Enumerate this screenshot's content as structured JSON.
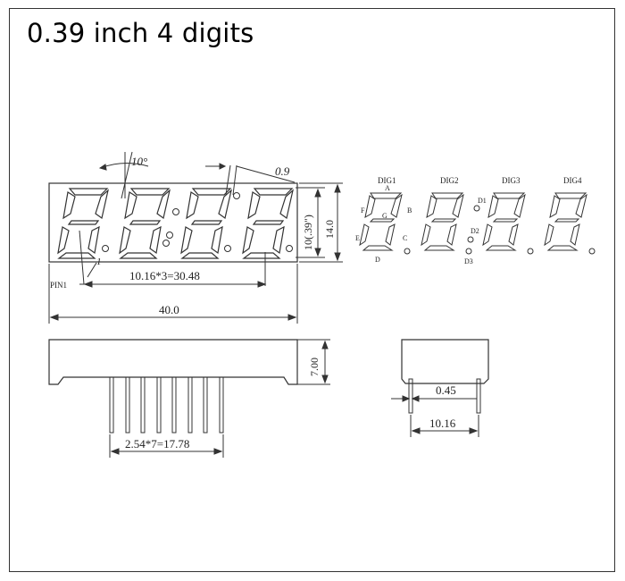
{
  "title": "0.39 inch 4 digits",
  "labels": {
    "tilt_angle": "10°",
    "segment_width": "0.9",
    "digit_height": "10(.39\")",
    "total_height": "14.0",
    "digit_pitch": "10.16*3=30.48",
    "pin1": "PIN1",
    "total_length": "40.0",
    "body_depth": "7.00",
    "pin_pitch": "2.54*7=17.78",
    "pin_width": "0.45",
    "row_spacing": "10.16"
  },
  "digit_labels": [
    "DIG1",
    "DIG2",
    "DIG3",
    "DIG4"
  ],
  "segment_labels": [
    "A",
    "B",
    "C",
    "D",
    "E",
    "F",
    "G"
  ],
  "dot_labels": [
    "D1",
    "D2",
    "D3"
  ],
  "colors": {
    "line": "#333333",
    "text": "#222222"
  }
}
